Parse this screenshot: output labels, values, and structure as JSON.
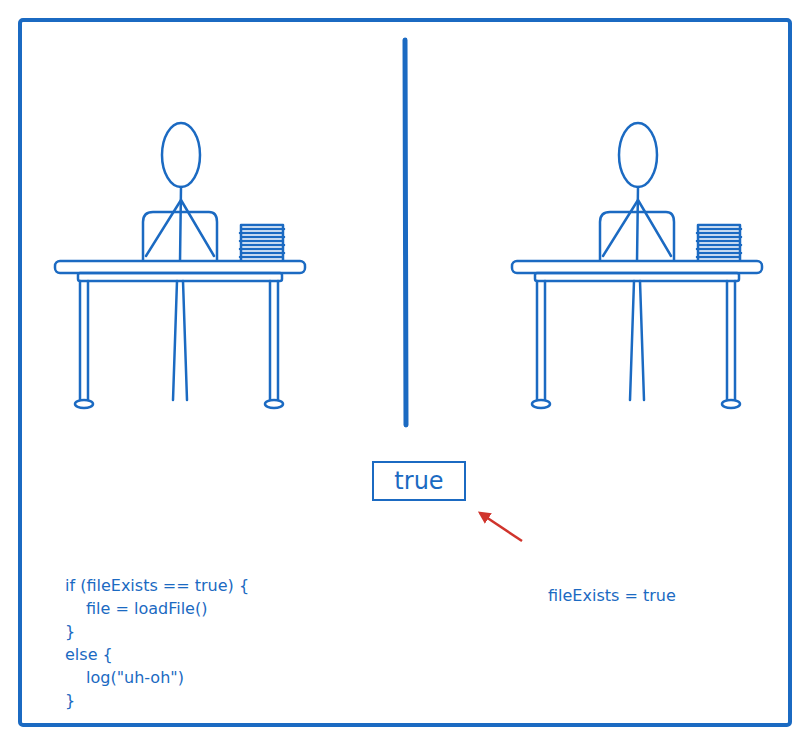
{
  "diagram": {
    "nodes": [
      {
        "text": [
          "true"
        ]
      }
    ],
    "labels": [
      "if (fileExists == true) {",
      "file = loadFile()",
      "}",
      "else {",
      "log(\"uh-oh\")",
      "}",
      "fileExists = true"
    ]
  }
}
